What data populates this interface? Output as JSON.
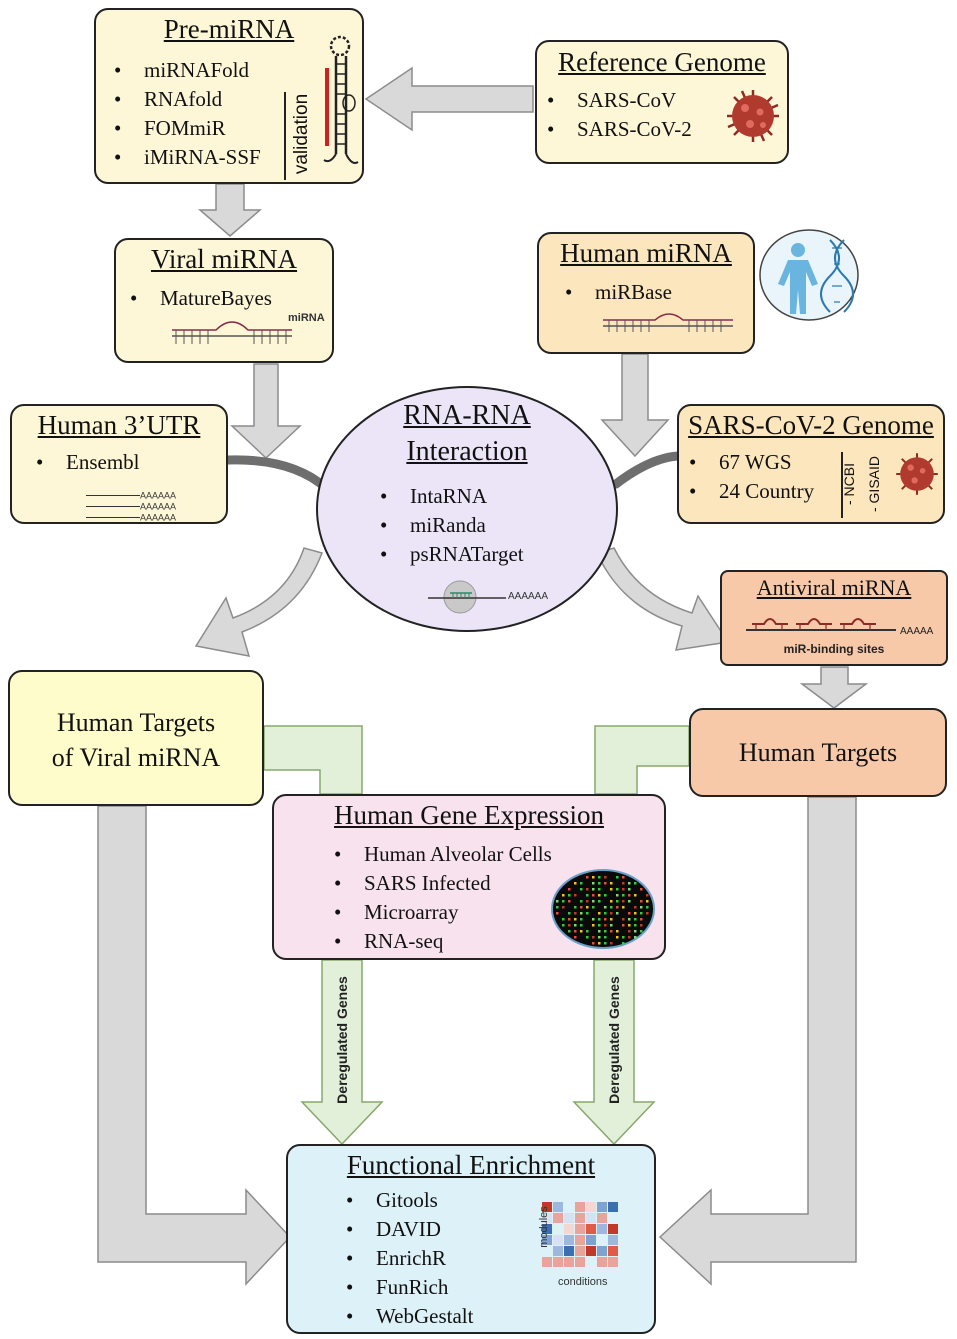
{
  "pre_mirna": {
    "title": "Pre-miRNA",
    "items": [
      "miRNAFold",
      "RNAfold",
      "FOMmiR",
      "iMiRNA-SSF"
    ],
    "side_label": "validation"
  },
  "reference_genome": {
    "title": "Reference Genome",
    "items": [
      "SARS-CoV",
      "SARS-CoV-2"
    ]
  },
  "viral_mirna": {
    "title": "Viral miRNA",
    "items": [
      "MatureBayes"
    ],
    "graphic_label": "miRNA"
  },
  "human_mirna": {
    "title": "Human miRNA",
    "items": [
      "miRBase"
    ]
  },
  "human_3utr": {
    "title": "Human 3’UTR",
    "items": [
      "Ensembl"
    ],
    "polya": [
      "AAAAAA",
      "AAAAAA",
      "AAAAAA"
    ]
  },
  "rna_interaction": {
    "title_line1": "RNA-RNA",
    "title_line2": "Interaction",
    "items": [
      "IntaRNA",
      "miRanda",
      "psRNATarget"
    ],
    "polya": "AAAAAA"
  },
  "sars_genome": {
    "title": "SARS-CoV-2 Genome",
    "items": [
      "67 WGS",
      "24 Country"
    ],
    "side_labels": [
      "- NCBI",
      "- GISAID"
    ]
  },
  "antiviral_mirna": {
    "title": "Antiviral miRNA",
    "polya": "AAAAA",
    "caption": "miR-binding sites"
  },
  "human_targets_viral": {
    "line1": "Human Targets",
    "line2": "of Viral miRNA"
  },
  "human_targets": {
    "label": "Human Targets"
  },
  "gene_expression": {
    "title": "Human Gene Expression",
    "items": [
      "Human Alveolar Cells",
      "SARS Infected",
      "Microarray",
      "RNA-seq"
    ]
  },
  "deregulated_label": "Deregulated Genes",
  "functional_enrichment": {
    "title": "Functional Enrichment",
    "items": [
      "Gitools",
      "DAVID",
      "EnrichR",
      "FunRich",
      "WebGestalt"
    ],
    "heatmap_x_label": "conditions",
    "heatmap_y_label": "modules"
  },
  "colors": {
    "yellow_box": "#fdf7d8",
    "orange_box": "#fce6bd",
    "salmon_box": "#f7c9a9",
    "light_yellow": "#fffccb",
    "lavender": "#ece5f7",
    "pink": "#f8e2ee",
    "cyan": "#ddf2f8",
    "gray_arrow": "#d9d9d9",
    "green_arrow": "#e2efd9",
    "accent_red": "#d21f1f",
    "virus": "#b03a2e"
  }
}
